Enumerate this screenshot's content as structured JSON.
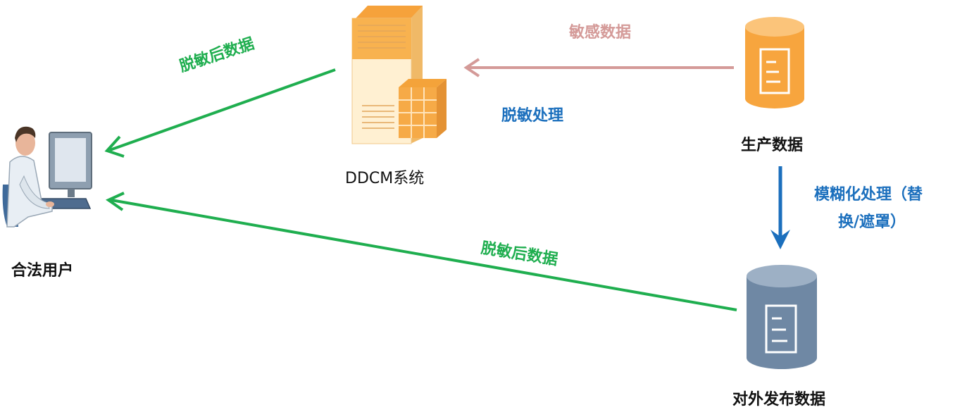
{
  "nodes": {
    "user": {
      "label": "合法用户"
    },
    "ddcm": {
      "label": "DDCM系统"
    },
    "production": {
      "label": "生产数据"
    },
    "published": {
      "label": "对外发布数据"
    }
  },
  "edges": {
    "sensitive": {
      "label": "敏感数据"
    },
    "desensitize": {
      "label": "脱敏处理"
    },
    "fuzzy": {
      "label_line1": "模糊化处理（替",
      "label_line2": "换/遮罩）"
    },
    "to_user_top": {
      "label": "脱敏后数据"
    },
    "to_user_bottom": {
      "label": "脱敏后数据"
    }
  },
  "colors": {
    "green_arrow": "#1fae4f",
    "pink_arrow": "#d49a98",
    "blue_arrow": "#1b6fbd",
    "server_orange": "#f6a23b",
    "db_orange": "#f7a53e",
    "db_slate": "#6f88a4"
  }
}
